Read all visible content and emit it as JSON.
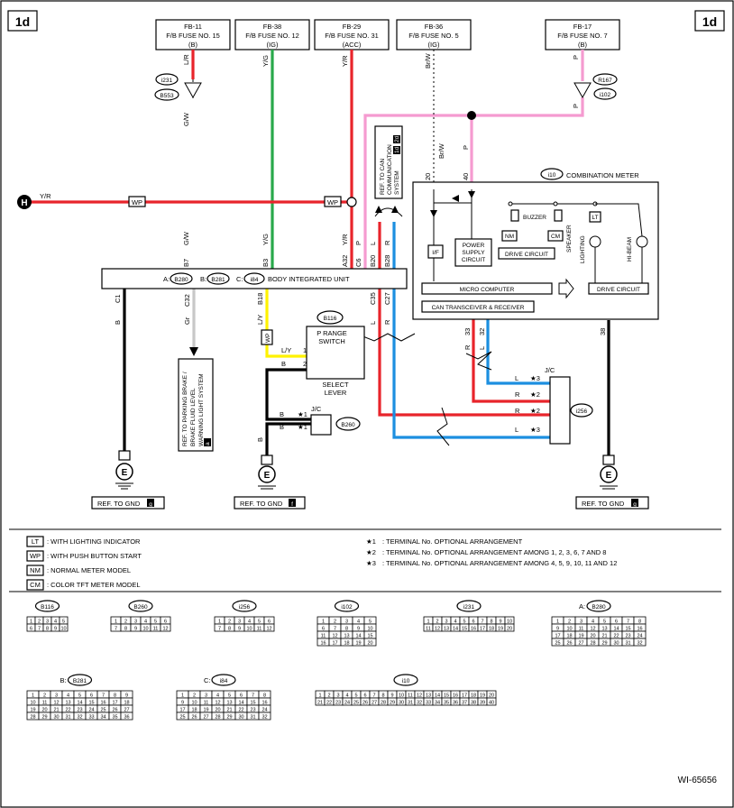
{
  "page": {
    "section_tag": "1d",
    "figure_id": "WI-65656"
  },
  "fuses": [
    {
      "code": "FB-11",
      "name": "F/B FUSE NO. 15",
      "ref": "(B)"
    },
    {
      "code": "FB-38",
      "name": "F/B FUSE NO. 12",
      "ref": "(IG)"
    },
    {
      "code": "FB-29",
      "name": "F/B FUSE NO. 31",
      "ref": "(ACC)"
    },
    {
      "code": "FB-36",
      "name": "F/B FUSE NO. 5",
      "ref": "(IG)"
    },
    {
      "code": "FB-17",
      "name": "F/B FUSE NO. 7",
      "ref": "(B)"
    }
  ],
  "colors": {
    "red": "#e8242b",
    "green": "#29a94b",
    "pink": "#f59bd0",
    "yellow": "#fff200",
    "blue": "#1c8fe0",
    "gray": "#c8c8c8",
    "black": "#000000"
  },
  "connectors_top": {
    "i231": "i231",
    "b553": "B553",
    "r167": "R167",
    "i102": "i102",
    "h_marker": "H"
  },
  "wire_labels": {
    "lr": "L/R",
    "yg": "Y/G",
    "yr": "Y/R",
    "brw": "Br/W",
    "p": "P",
    "gw": "G/W",
    "wp": "WP",
    "yr_h": "Y/R",
    "l": "L",
    "r": "R",
    "ly": "L/Y",
    "b": "B",
    "gr": "Gr",
    "pin20": "20",
    "pin40": "40",
    "brw2": "Br/W",
    "p2": "P"
  },
  "can_ref": {
    "line1": "REF. TO CAN",
    "line2": "COMMUNICATION",
    "line3": "SYSTEM",
    "tag1": "1d",
    "tag2": "2d"
  },
  "combination_meter": {
    "title": "COMBINATION METER",
    "connector": "i10",
    "if_label": "I/F",
    "power_supply": [
      "POWER",
      "SUPPLY",
      "CIRCUIT"
    ],
    "buzzer": "BUZZER",
    "speaker": "SPEAKER",
    "nm": "NM",
    "cm": "CM",
    "lt": "LT",
    "drive_circuit": "DRIVE CIRCUIT",
    "lighting": "LIGHTING",
    "hi_beam": "HI-BEAM",
    "drive_circuit2": "DRIVE CIRCUIT",
    "micro_computer": "MICRO COMPUTER",
    "can_transceiver": "CAN TRANSCEIVER & RECEIVER",
    "pin33": "33",
    "pin32": "32",
    "pin38": "38"
  },
  "biu": {
    "a": "A:",
    "a_conn": "B280",
    "b": "B:",
    "b_conn": "B281",
    "c": "C:",
    "c_conn": "i84",
    "title": "BODY INTEGRATED UNIT",
    "pins_top": [
      "B7",
      "B3",
      "A32",
      "C6",
      "B20",
      "B28"
    ],
    "pins_bottom": [
      "C1",
      "C32",
      "B18",
      "C35",
      "C27"
    ],
    "wire_top": [
      "G/W",
      "Y/G",
      "Y/R",
      "P",
      "L",
      "R"
    ],
    "wire_bottom": [
      "B",
      "Gr",
      "L/Y",
      "L",
      "R"
    ]
  },
  "park_ref": {
    "line1": "REF. TO PARKING BRAKE /",
    "line2": "BRAKE FLUID LEVEL",
    "line3": "WARNING LIGHT SYSTEM",
    "tag": "a"
  },
  "select_lever": {
    "connector": "B116",
    "switch1": "P RANGE",
    "switch2": "SWITCH",
    "label1": "SELECT",
    "label2": "LEVER",
    "pin1": "1",
    "pin2": "2",
    "wp": "WP",
    "ly": "L/Y",
    "b": "B"
  },
  "jc_left": {
    "label": "J/C",
    "star1": "★1",
    "star2": "★1",
    "b": "B",
    "conn": "B260"
  },
  "jc_right": {
    "label": "J/C",
    "conn": "i256",
    "rows": [
      {
        "wire": "L",
        "star": "★3"
      },
      {
        "wire": "R",
        "star": "★2"
      },
      {
        "wire": "R",
        "star": "★2"
      },
      {
        "wire": "L",
        "star": "★3"
      }
    ]
  },
  "grounds": [
    {
      "ref": "REF. TO GND",
      "tag": "g"
    },
    {
      "ref": "REF. TO GND",
      "tag": "f"
    },
    {
      "ref": "REF. TO GND",
      "tag": "g"
    }
  ],
  "legend_left": [
    {
      "code": "LT",
      "text": ": WITH LIGHTING INDICATOR"
    },
    {
      "code": "WP",
      "text": ": WITH PUSH BUTTON START"
    },
    {
      "code": "NM",
      "text": ": NORMAL METER MODEL"
    },
    {
      "code": "CM",
      "text": ": COLOR TFT METER MODEL"
    }
  ],
  "legend_right": [
    {
      "star": "★1",
      "text": ": TERMINAL No. OPTIONAL ARRANGEMENT"
    },
    {
      "star": "★2",
      "text": ": TERMINAL No. OPTIONAL ARRANGEMENT AMONG 1, 2, 3, 6, 7 AND 8"
    },
    {
      "star": "★3",
      "text": ": TERMINAL No. OPTIONAL ARRANGEMENT AMONG 4, 5, 9, 10, 11 AND 12"
    }
  ],
  "connector_views": [
    {
      "name": "B116",
      "prefix": ""
    },
    {
      "name": "B260",
      "prefix": ""
    },
    {
      "name": "i256",
      "prefix": ""
    },
    {
      "name": "i102",
      "prefix": ""
    },
    {
      "name": "i231",
      "prefix": ""
    },
    {
      "name": "B280",
      "prefix": "A:"
    },
    {
      "name": "B281",
      "prefix": "B:"
    },
    {
      "name": "i84",
      "prefix": "C:"
    },
    {
      "name": "i10",
      "prefix": ""
    }
  ]
}
